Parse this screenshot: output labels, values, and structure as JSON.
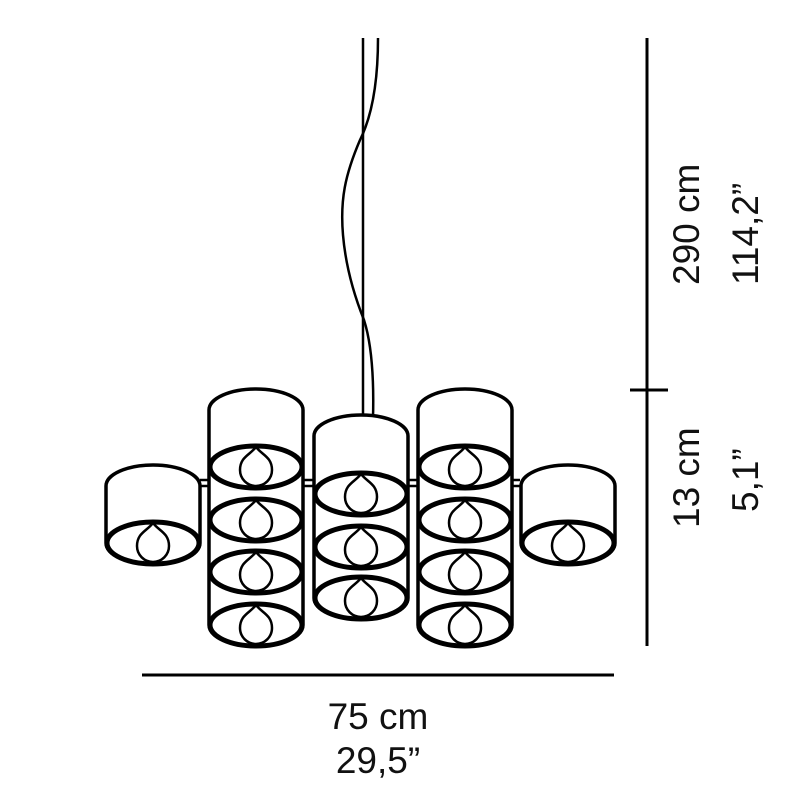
{
  "drawing": {
    "subject": "pendant-lamp",
    "stroke_color": "#000000",
    "shade_count": 5
  },
  "dimensions": {
    "cable_height_cm": "290 cm",
    "cable_height_in": "114,2”",
    "body_height_cm": "13 cm",
    "body_height_in": "5,1”",
    "width_cm": "75 cm",
    "width_in": "29,5”"
  }
}
